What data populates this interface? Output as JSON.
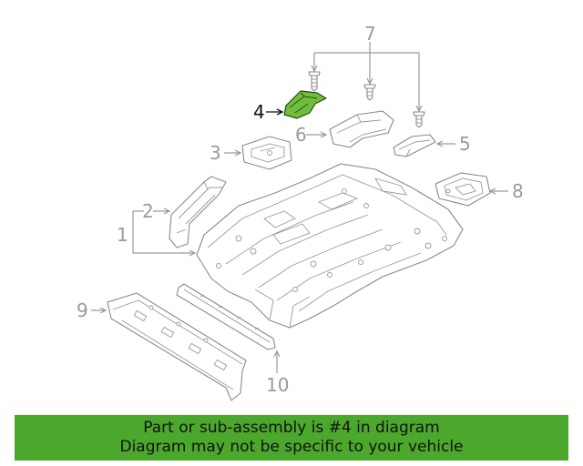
{
  "callouts": {
    "c1": "1",
    "c2": "2",
    "c3": "3",
    "c4": "4",
    "c5": "5",
    "c6": "6",
    "c7": "7",
    "c8": "8",
    "c9": "9",
    "c10": "10"
  },
  "highlight_color": "#6fbf3c",
  "banner": {
    "color": "#4ca82c",
    "line1": "Part or sub-assembly is #4 in diagram",
    "line2": "Diagram may not be specific to your vehicle"
  }
}
